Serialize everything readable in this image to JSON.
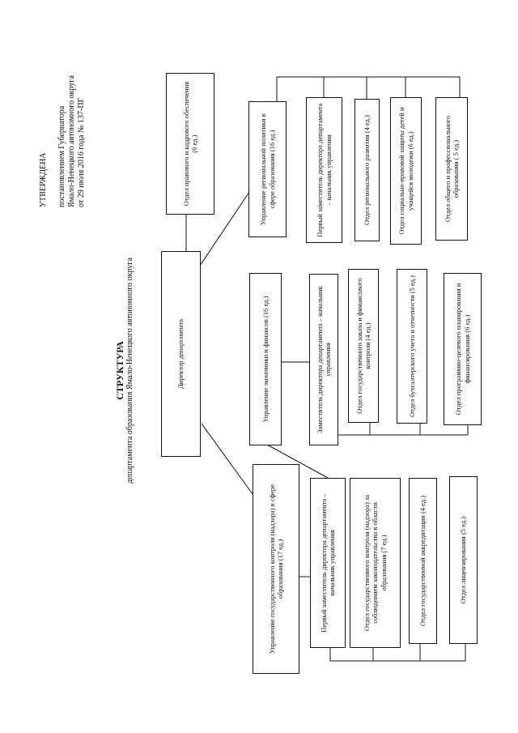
{
  "approval": {
    "line1": "УТВЕРЖДЕНА",
    "line2": "постановлением Губернатора",
    "line3": "Ямало-Ненецкого автономного округа",
    "line4": "от 29 июля 2016 года № 137-ПГ"
  },
  "title": {
    "heading": "СТРУКТУРА",
    "subtitle": "департамента образования Ямало-Ненецкого автономного округа"
  },
  "director": "Директор департамента",
  "legal": "Отдел правового и кадрового обеспечения (6 ед.)",
  "regional": {
    "head": "Управление региональной политики в сфере образования (16 ед.)",
    "units": [
      "Первый заместитель директора департамента – начальник управления",
      "Отдел регионального развития (4 ед.)",
      "Отдел социально-правовой защиты детей и учащейся молодежи (6 ед.)",
      "Отдел общего и профессионального образования ( 5 ед.)"
    ]
  },
  "economics": {
    "head": "Управление экономики и финансов (16 ед.)",
    "units": [
      "Заместитель директора департамента – начальник управления",
      "Отдел государственного заказа и финансового контроля (4 ед.)",
      "Отдел бухгалтерского учета и отчетности (5 ед.)",
      "Отдел программно-целевого планирования и финансирования (6 ед.)"
    ]
  },
  "control": {
    "head": "Управление государственного контроля (надзора) в сфере образования (17 ед.)",
    "units": [
      "Первый заместитель директора департамента – начальник управления",
      "Отдел государственного контроля (надзора) за соблюдением законодательства в области образования (7 ед.)",
      "Отдел государственной аккредитации (4 ед.)",
      "Отдел лицензирования (5 ед.)"
    ]
  }
}
